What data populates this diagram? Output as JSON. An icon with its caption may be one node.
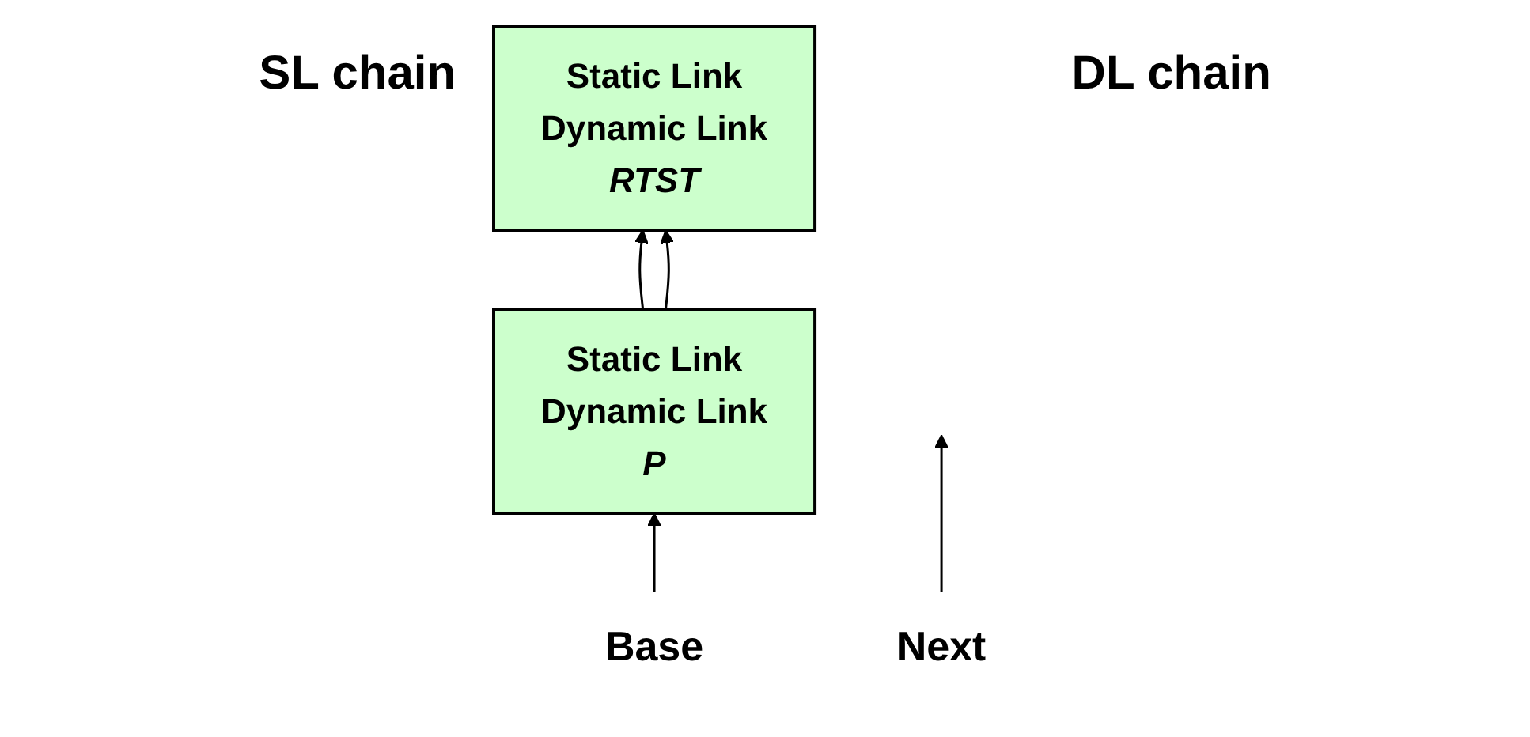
{
  "diagram": {
    "nodes": [
      {
        "text": [
          "Static Link",
          "Dynamic Link",
          "RTST"
        ]
      },
      {
        "text": [
          "Base"
        ]
      },
      {
        "text": [
          "Static Link",
          "Dynamic Link",
          "P"
        ]
      },
      {
        "text": [
          "Next"
        ]
      }
    ],
    "edges": [
      {
        "from": 2,
        "to": 0,
        "arrow": "to"
      },
      {
        "from": 2,
        "to": 0,
        "arrow": "to"
      },
      {
        "from": 1,
        "to": 2,
        "arrow": "to"
      },
      {
        "from": 3,
        "to": null,
        "arrow": "to"
      }
    ],
    "labels": [
      "SL chain",
      "DL chain"
    ]
  }
}
